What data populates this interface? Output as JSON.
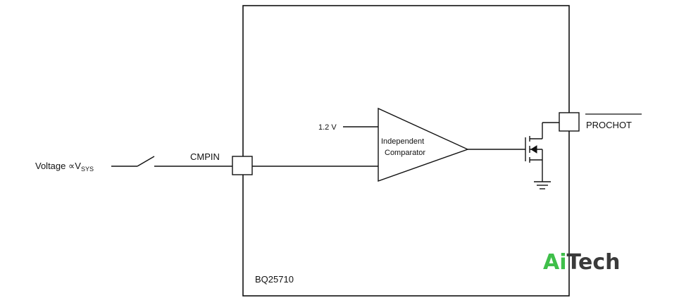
{
  "diagram": {
    "chip_name": "BQ25710",
    "input_label": {
      "main": "Voltage ",
      "symbol": "∝",
      "var": "V",
      "subscript": "SYS"
    },
    "pin_cmpin": "CMPIN",
    "pin_prochot": "PROCHOT",
    "reference_voltage": "1.2 V",
    "comparator_line1": "Independent",
    "comparator_line2": "Comparator"
  },
  "watermark": {
    "part1": "Ai",
    "part2": "Tech",
    "color1": "#3fbf4a",
    "color2": "#3a3a3a"
  },
  "colors": {
    "line": "#111111",
    "background": "#ffffff"
  }
}
